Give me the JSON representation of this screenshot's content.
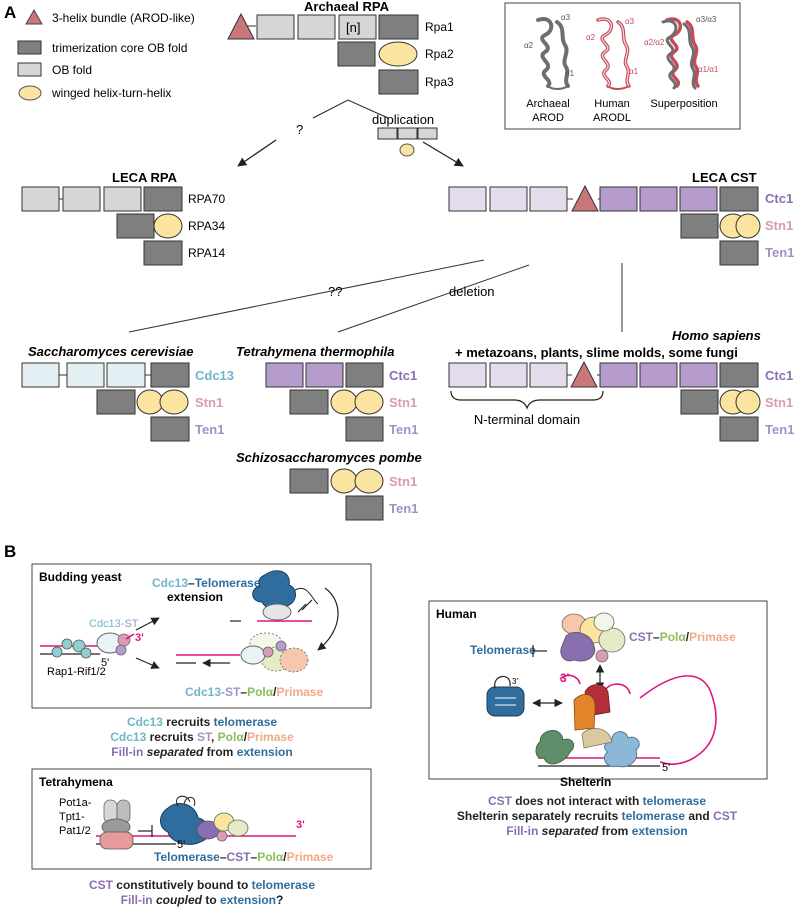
{
  "panel_a": {
    "label": "A",
    "legend": [
      {
        "text": "3-helix bundle (AROD-like)"
      },
      {
        "text": "trimerization core OB fold"
      },
      {
        "text": "OB fold"
      },
      {
        "text": "winged helix-turn-helix"
      }
    ],
    "archaeal": {
      "title": "Archaeal RPA",
      "n_label": "[n]",
      "rows": [
        "Rpa1",
        "Rpa2",
        "Rpa3"
      ]
    },
    "question": "?",
    "duplication": "duplication",
    "inset": {
      "helix_labels": [
        "α3",
        "α2",
        "α1",
        "α3",
        "α2",
        "α1",
        "α3/α3",
        "α2/α2",
        "α1/α1"
      ],
      "captions": [
        [
          "Archaeal",
          "AROD"
        ],
        [
          "Human",
          "ARODL"
        ],
        [
          "Superposition"
        ]
      ]
    },
    "leca_rpa": {
      "title": "LECA RPA",
      "rows": [
        "RPA70",
        "RPA34",
        "RPA14"
      ]
    },
    "leca_cst": {
      "title": "LECA CST",
      "rows": [
        "Ctc1",
        "Stn1",
        "Ten1"
      ]
    },
    "double_question": "??",
    "deletion": "deletion",
    "species": {
      "sc": {
        "name": "Saccharomyces cerevisiae",
        "rows": [
          "Cdc13",
          "Stn1",
          "Ten1"
        ]
      },
      "tt": {
        "name": "Tetrahymena thermophila",
        "rows": [
          "Ctc1",
          "Stn1",
          "Ten1"
        ]
      },
      "hs": {
        "name": "Homo sapiens",
        "subtitle": "+ metazoans, plants, slime molds, some fungi",
        "rows": [
          "Ctc1",
          "Stn1",
          "Ten1"
        ],
        "nterm": "N-terminal domain"
      },
      "sp": {
        "name": "Schizosaccharomyces pombe",
        "rows": [
          "Stn1",
          "Ten1"
        ]
      }
    }
  },
  "panel_b": {
    "label": "B",
    "yeast": {
      "title": "Budding yeast",
      "ext_title_a": "Cdc13",
      "ext_title_dash": "–",
      "ext_title_b": "Telomerase",
      "ext_title_c": "extension",
      "cdc13st_a": "Cdc13",
      "cdc13st_b": "-ST",
      "three_prime": "3'",
      "five_prime": "5'",
      "rap": "Rap1-Rif1/2",
      "bottom_label": [
        "Cdc13",
        "-",
        "ST",
        "–",
        "Polα",
        "/",
        "Primase"
      ],
      "caption1": [
        "Cdc13",
        " recruits ",
        "telomerase"
      ],
      "caption2": [
        "Cdc13",
        " recruits ",
        "ST",
        ", ",
        "Polα",
        "/",
        "Primase"
      ],
      "caption3": [
        "Fill-in",
        " ",
        "separated",
        " from ",
        "extension"
      ]
    },
    "tetrahymena": {
      "title": "Tetrahymena",
      "pot_lines": [
        "Pot1a-",
        "Tpt1-",
        "Pat1/2"
      ],
      "three_prime": "3'",
      "five_prime": "5'",
      "bottom_label": [
        "Telomerase",
        "–",
        "CST",
        "–",
        "Polα",
        "/",
        "Primase"
      ],
      "caption1": [
        "CST",
        " constitutively bound to ",
        "telomerase"
      ],
      "caption2": [
        "Fill-in",
        " ",
        "coupled",
        " to ",
        "extension",
        "?"
      ]
    },
    "human": {
      "title": "Human",
      "cst_label": [
        "CST",
        "–",
        "Polα",
        "/",
        "Primase"
      ],
      "telomerase": "Telomerase",
      "three_prime": "3'",
      "three_prime_small": "3'",
      "five_prime": "5'",
      "shelterin": "Shelterin",
      "caption1": [
        "CST",
        " does not interact with ",
        "telomerase"
      ],
      "caption2": [
        "Shelterin separately recruits ",
        "telomerase",
        " and ",
        "CST"
      ],
      "caption3": [
        "Fill-in",
        " ",
        "separated",
        " from ",
        "extension"
      ]
    }
  },
  "colors": {
    "arod": "#c8767a",
    "dark_ob": "#7f7f7f",
    "light_ob": "#d6d6d6",
    "whth": "#fbe3a0",
    "cst_light": "#e4dcec",
    "cst_dark": "#b59ccc",
    "sc_light": "#e4eff3",
    "cdc13": "#6eb6c8",
    "stn1": "#d99bb5",
    "ten1": "#a490c7",
    "telomerase": "#2f6d9e",
    "pola": "#8bbf5a",
    "primase": "#f1a986",
    "magenta": "#e0147e",
    "text_purple": "#8a6fb0"
  }
}
